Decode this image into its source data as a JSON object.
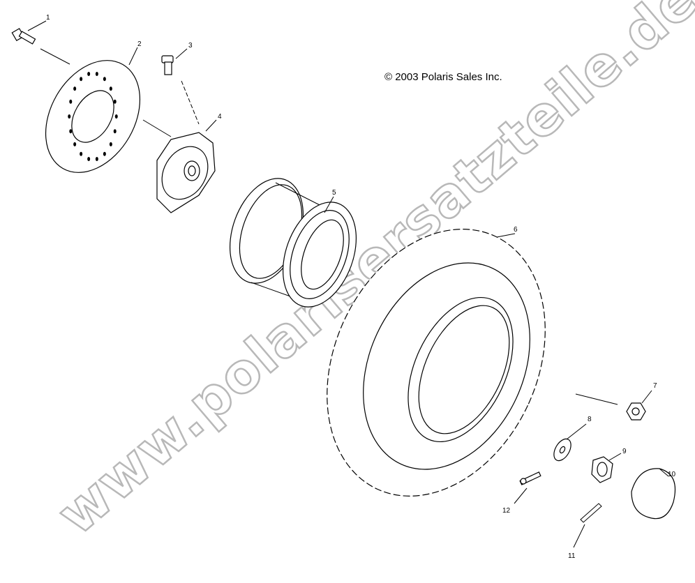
{
  "copyright": "© 2003 Polaris Sales Inc.",
  "watermark": "www.polarisersatzteile.de",
  "callouts": [
    {
      "number": "1",
      "part": "bolt"
    },
    {
      "number": "2",
      "part": "brake-disc"
    },
    {
      "number": "3",
      "part": "bolt"
    },
    {
      "number": "4",
      "part": "wheel-hub"
    },
    {
      "number": "5",
      "part": "rim"
    },
    {
      "number": "6",
      "part": "tire"
    },
    {
      "number": "7",
      "part": "lug-nut"
    },
    {
      "number": "8",
      "part": "washer"
    },
    {
      "number": "9",
      "part": "hex-nut"
    },
    {
      "number": "10",
      "part": "hub-cap"
    },
    {
      "number": "11",
      "part": "cotter-pin"
    },
    {
      "number": "12",
      "part": "valve-stem"
    }
  ]
}
